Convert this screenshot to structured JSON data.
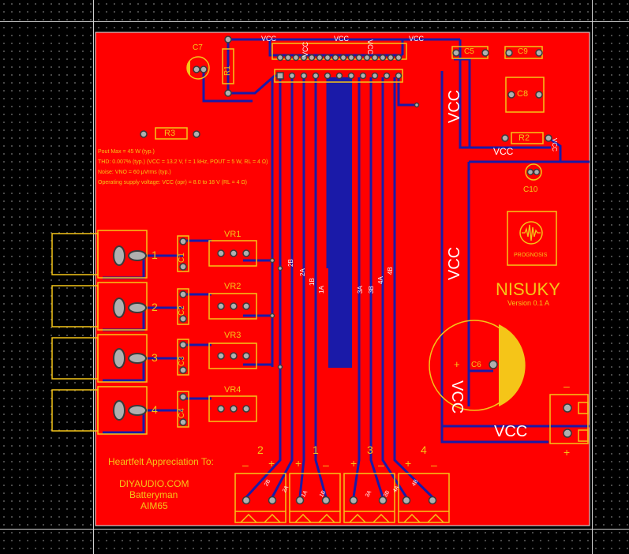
{
  "board": {
    "title": "NISUKY",
    "version": "Version 0.1 A",
    "logo_text": "PROGNOSIS",
    "colors": {
      "board": "#ff0000",
      "silkscreen": "#f5c518",
      "trace": "#1a1aa8",
      "background": "#000000"
    }
  },
  "specs": [
    "Pout Max = 45 W (typ.)",
    "THD: 0.007% (typ.) (VCC = 13.2 V, f = 1 kHz, POUT = 5 W, RL = 4 Ω)",
    "Noise: VNO = 60 μVrms (typ.)",
    "Operating supply voltage: VCC (opr) = 8.0 to 18 V (RL = 4 Ω)"
  ],
  "credits": {
    "heading": "Heartfelt Appreciation To:",
    "names": [
      "DIYAUDIO.COM",
      "Batteryman",
      "AIM65"
    ]
  },
  "components": {
    "c1": "C1",
    "c2": "C2",
    "c3": "C3",
    "c4": "C4",
    "c5": "C5",
    "c6": "C6",
    "c7": "C7",
    "c8": "C8",
    "c9": "C9",
    "c10": "C10",
    "r1": "R1",
    "r2": "R2",
    "r3": "R3",
    "vr1": "VR1",
    "vr2": "VR2",
    "vr3": "VR3",
    "vr4": "VR4"
  },
  "inputs": [
    "1",
    "2",
    "3",
    "4"
  ],
  "outputs": {
    "channels": [
      "2",
      "1",
      "3",
      "4"
    ],
    "plus": "+",
    "minus": "–",
    "pins": [
      "2B",
      "2A",
      "1A",
      "1B",
      "3A",
      "3B",
      "4A",
      "4B"
    ]
  },
  "net_labels": {
    "vcc": "VCC",
    "trace_labels": [
      "2B",
      "2A",
      "1B",
      "1A",
      "3A",
      "3B",
      "4A",
      "4B"
    ]
  },
  "power": {
    "minus": "–",
    "plus": "+"
  }
}
